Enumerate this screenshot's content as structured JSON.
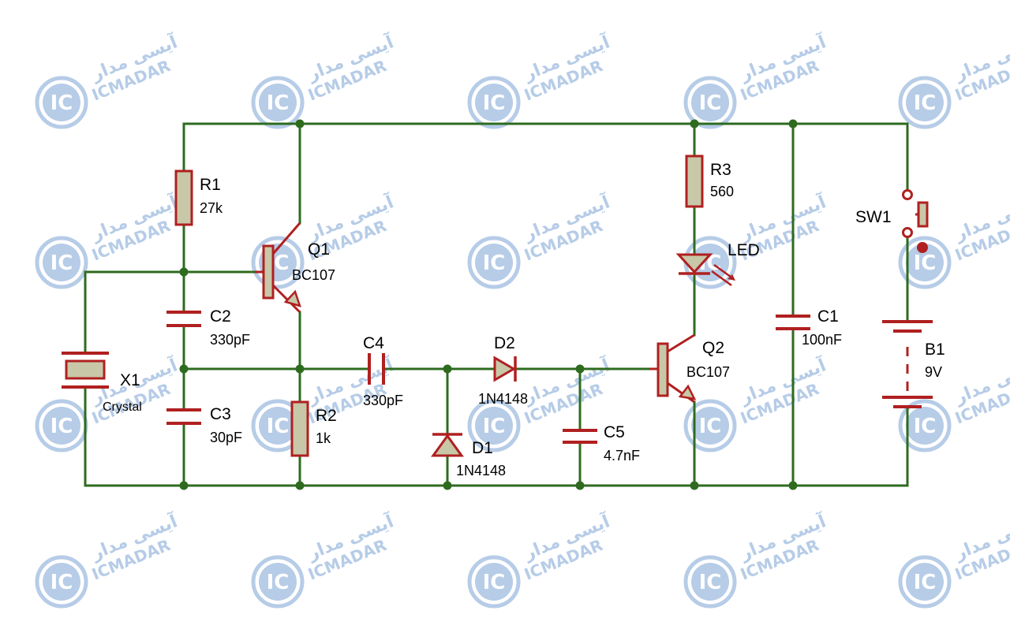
{
  "watermark": {
    "brand_en": "ICMADAR",
    "brand_fa": "آیسی مدار",
    "logo_letters": "IC",
    "logo_color": "#a9c3e3"
  },
  "colors": {
    "wire": "#2e6b1f",
    "component_outline": "#b02020",
    "component_fill": "#c8c8a8",
    "junction": "#2e6b1f"
  },
  "components": {
    "r1": {
      "ref": "R1",
      "value": "27k"
    },
    "r2": {
      "ref": "R2",
      "value": "1k"
    },
    "r3": {
      "ref": "R3",
      "value": "560"
    },
    "c1": {
      "ref": "C1",
      "value": "100nF"
    },
    "c2": {
      "ref": "C2",
      "value": "330pF"
    },
    "c3": {
      "ref": "C3",
      "value": "30pF"
    },
    "c4": {
      "ref": "C4",
      "value": "330pF"
    },
    "c5": {
      "ref": "C5",
      "value": "4.7nF"
    },
    "d1": {
      "ref": "D1",
      "value": "1N4148"
    },
    "d2": {
      "ref": "D2",
      "value": "1N4148"
    },
    "q1": {
      "ref": "Q1",
      "value": "BC107"
    },
    "q2": {
      "ref": "Q2",
      "value": "BC107"
    },
    "x1": {
      "ref": "X1",
      "value": "Crystal"
    },
    "led": {
      "ref": "LED"
    },
    "sw1": {
      "ref": "SW1"
    },
    "b1": {
      "ref": "B1",
      "value": "9V"
    }
  }
}
